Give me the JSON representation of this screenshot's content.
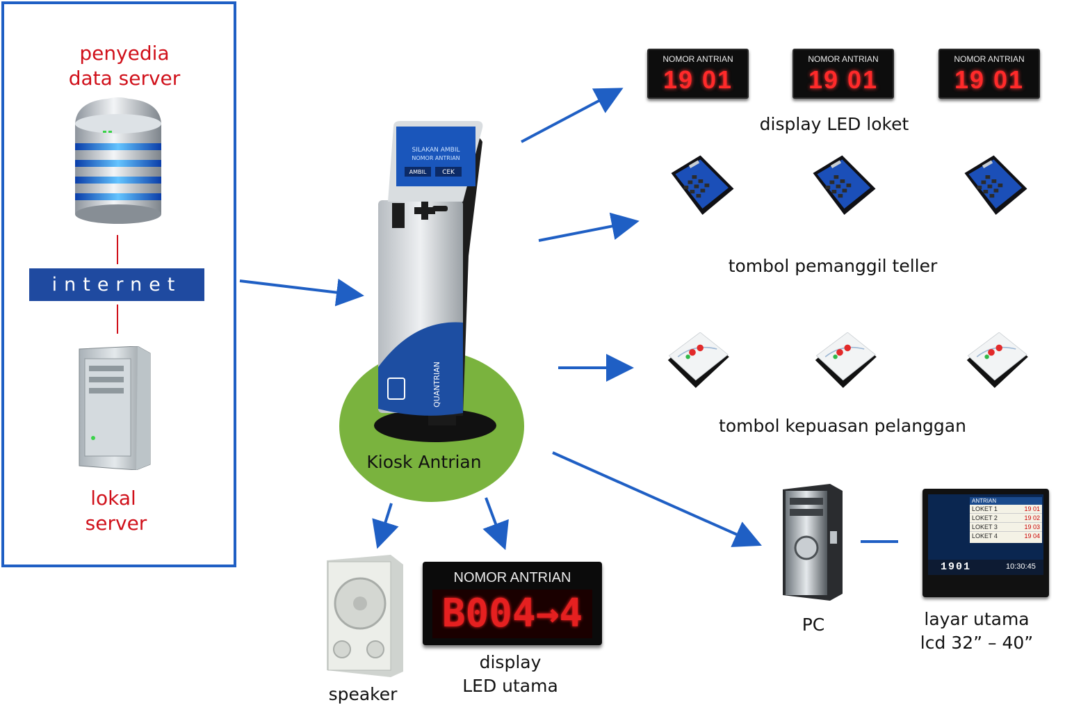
{
  "left_panel": {
    "top_label_line1": "penyedia",
    "top_label_line2": "data server",
    "internet_label": "internet",
    "bottom_label_line1": "lokal",
    "bottom_label_line2": "server"
  },
  "kiosk": {
    "label": "Kiosk Antrian",
    "screen_line1": "SILAKAN AMBIL",
    "screen_line2": "NOMOR ANTRIAN",
    "screen_btn1": "AMBIL",
    "screen_btn2": "CEK",
    "brand": "QUANTRIAN"
  },
  "outputs": {
    "led_loket": {
      "label": "display LED loket",
      "units": [
        {
          "title": "NOMOR ANTRIAN",
          "number": "19 01"
        },
        {
          "title": "NOMOR ANTRIAN",
          "number": "19 01"
        },
        {
          "title": "NOMOR ANTRIAN",
          "number": "19 01"
        }
      ]
    },
    "teller_buttons": {
      "label": "tombol pemanggil teller"
    },
    "satisfaction_buttons": {
      "label": "tombol kepuasan pelanggan"
    },
    "pc": {
      "label": "PC"
    },
    "main_screen": {
      "label_line1": "layar utama",
      "label_line2": "lcd 32” – 40”",
      "header": "ANTRIAN",
      "rows": [
        {
          "loket": "LOKET 1",
          "num": "19 01"
        },
        {
          "loket": "LOKET 2",
          "num": "19 02"
        },
        {
          "loket": "LOKET 3",
          "num": "19 03"
        },
        {
          "loket": "LOKET 4",
          "num": "19 04"
        }
      ],
      "current": "1901",
      "time": "10:30:45"
    },
    "speaker": {
      "label": "speaker"
    },
    "led_main": {
      "label_line1": "display",
      "label_line2": "LED utama",
      "title": "NOMOR ANTRIAN",
      "number": "B004→4"
    }
  },
  "colors": {
    "blue": "#1f5fc4",
    "red_label": "#d0101a",
    "kiosk_circle": "#7ab33e"
  }
}
